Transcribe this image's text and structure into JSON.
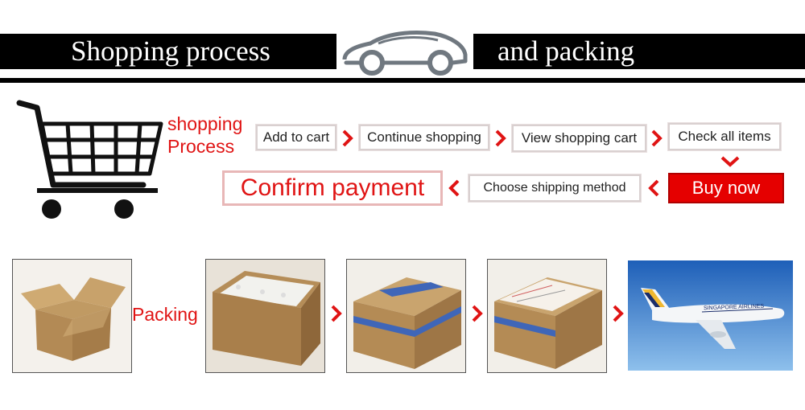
{
  "banner": {
    "left_text": "Shopping process",
    "right_text": "and packing",
    "car_icon": "car-outline-icon"
  },
  "process": {
    "label_line1": "shopping",
    "label_line2": "Process",
    "steps": [
      "Add to cart",
      "Continue shopping",
      "View shopping cart",
      "Check all items"
    ],
    "buy_now": "Buy now",
    "choose_shipping": "Choose shipping method",
    "confirm_payment": "Confirm payment"
  },
  "packing": {
    "label": "Packing",
    "airline_text": "SINGAPORE AIRLINES"
  },
  "colors": {
    "accent_red": "#e01414",
    "buy_now_bg": "#e50000",
    "banner_bg": "#000000"
  }
}
